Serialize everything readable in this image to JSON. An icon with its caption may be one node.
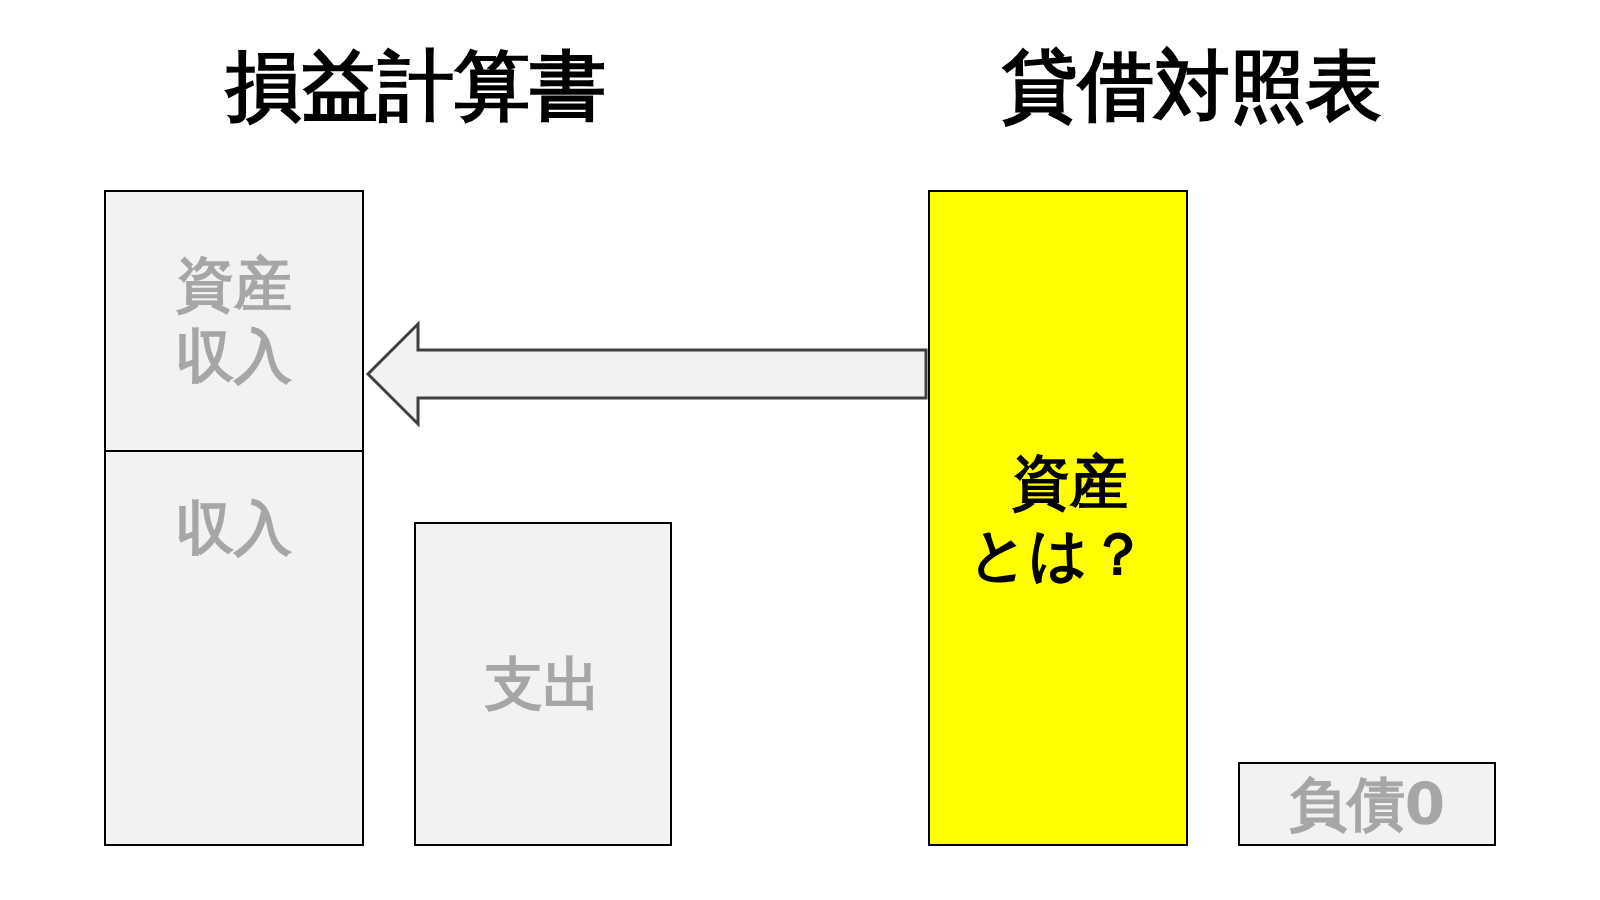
{
  "diagram": {
    "nodes": [
      {
        "text": [
          "資産収入"
        ]
      },
      {
        "text": [
          "収入"
        ]
      },
      {
        "text": [
          "支出"
        ]
      },
      {
        "text": [
          "資産とは？"
        ]
      },
      {
        "text": [
          "負債0"
        ]
      }
    ],
    "edges": [
      {
        "from": 3,
        "to": 0,
        "arrow": "to"
      }
    ],
    "labels": [
      "損益計算書",
      "貸借対照表"
    ]
  }
}
